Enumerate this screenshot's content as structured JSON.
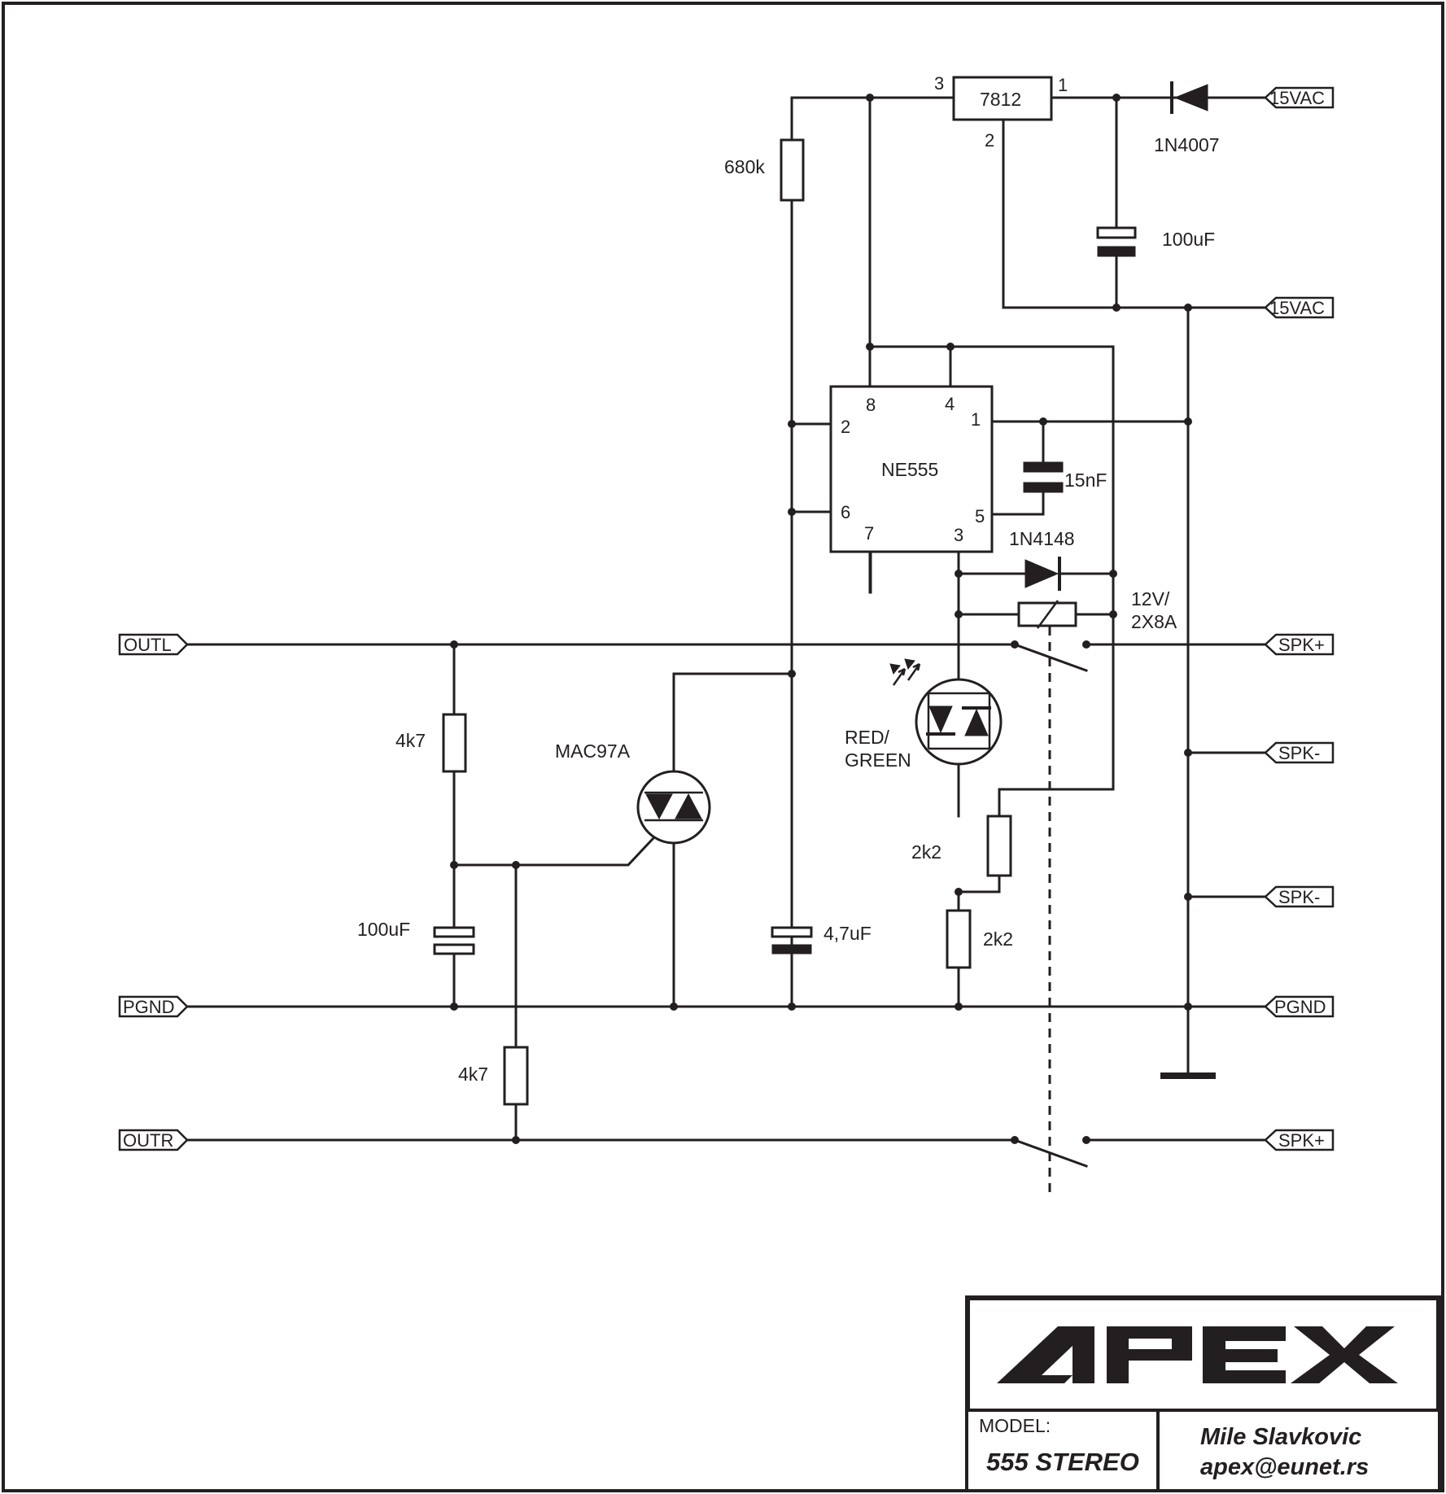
{
  "colors": {
    "ink": "#231f20",
    "paper": "#ffffff"
  },
  "components": {
    "reg": {
      "name": "7812",
      "pin_in": "1",
      "pin_gnd": "2",
      "pin_out": "3"
    },
    "d_in": {
      "name": "1N4007"
    },
    "c_main": {
      "value": "100uF"
    },
    "r_top": {
      "value": "680k"
    },
    "ic": {
      "name": "NE555",
      "pins": [
        "1",
        "2",
        "3",
        "4",
        "5",
        "6",
        "7",
        "8"
      ]
    },
    "c_ctrl": {
      "value": "15nF"
    },
    "d_relay": {
      "name": "1N4148"
    },
    "relay": {
      "line1": "12V/",
      "line2": "2X8A"
    },
    "led": {
      "line1": "RED/",
      "line2": "GREEN"
    },
    "triac": {
      "name": "MAC97A"
    },
    "r_left1": {
      "value": "4k7"
    },
    "c_left": {
      "value": "100uF"
    },
    "r_left2": {
      "value": "4k7"
    },
    "c_timing": {
      "value": "4,7uF"
    },
    "r_led1": {
      "value": "2k2"
    },
    "r_led2": {
      "value": "2k2"
    }
  },
  "ports": {
    "ac1": "15VAC",
    "ac2": "15VAC",
    "outl": "OUTL",
    "pgnd_left": "PGND",
    "outr": "OUTR",
    "spk_plus_1": "SPK+",
    "spk_minus_1": "SPK-",
    "spk_minus_2": "SPK-",
    "pgnd_right": "PGND",
    "spk_plus_2": "SPK+"
  },
  "title_block": {
    "logo": "APEX",
    "model_label": "MODEL:",
    "model_name": "555 STEREO",
    "author": "Mile Slavkovic",
    "email": "apex@eunet.rs"
  }
}
